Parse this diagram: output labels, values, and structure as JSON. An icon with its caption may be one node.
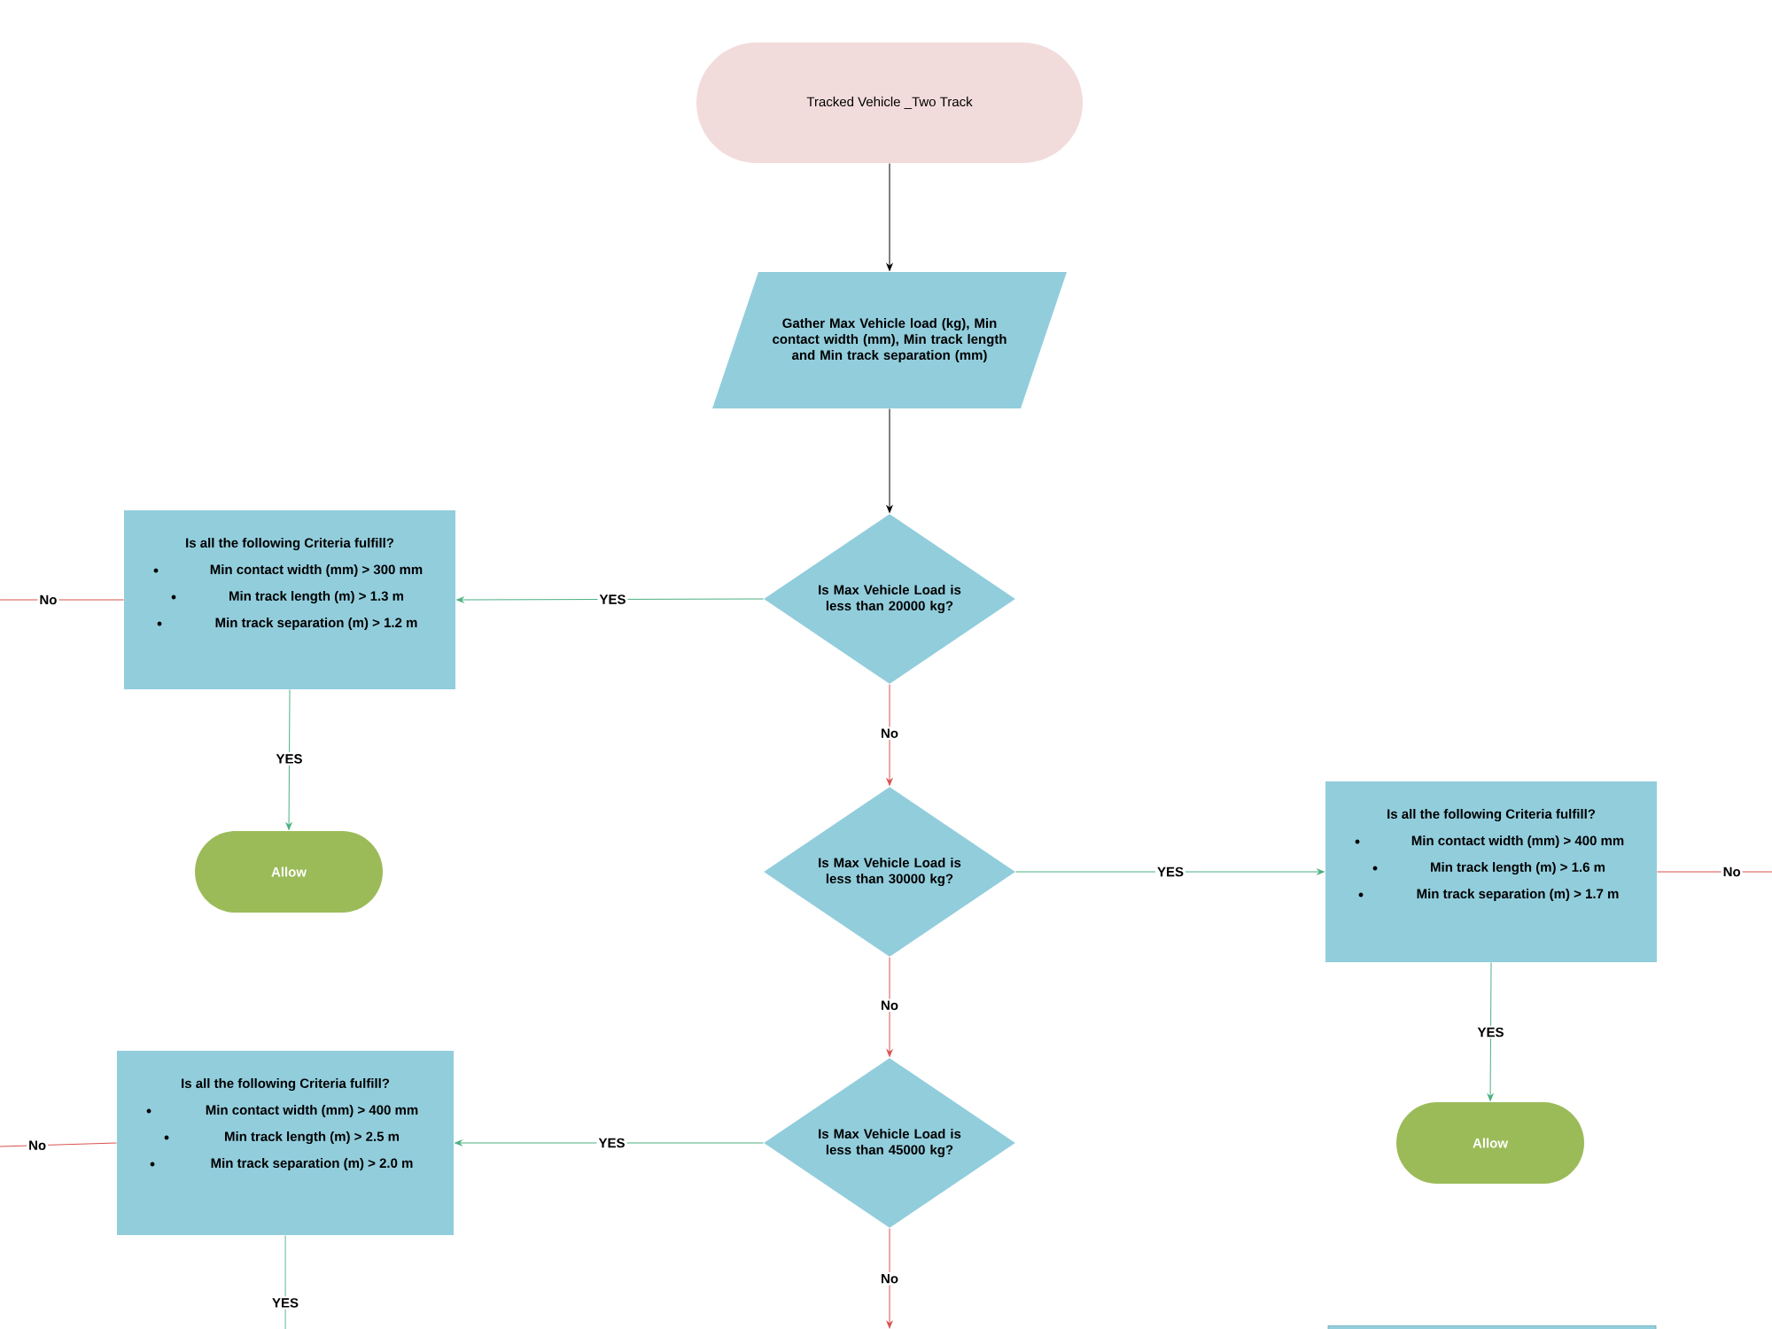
{
  "diagram": {
    "nodes": [
      {
        "text": [
          "Tracked Vehicle _Two Track"
        ]
      },
      {
        "text": [
          "Gather Max Vehicle load (kg), Min contact width (mm), Min track length and Min track separation (mm)"
        ]
      },
      {
        "text": [
          "Is Max Vehicle Load is less than 20000 kg?"
        ]
      },
      {
        "text": [
          "Is all the following Criteria fulfill?",
          "Min contact width (mm) > 300 mm",
          "Min track length (m) > 1.3 m",
          "Min track separation (m) > 1.2 m"
        ]
      },
      {
        "text": [
          "Allow"
        ]
      },
      {
        "text": [
          "Is Max Vehicle Load is less than 30000 kg?"
        ]
      },
      {
        "text": [
          "Is all the following Criteria fulfill?",
          "Min contact width (mm) > 400 mm",
          "Min track length (m) > 1.6 m",
          "Min track separation (m) > 1.7 m"
        ]
      },
      {
        "text": [
          "Allow"
        ]
      },
      {
        "text": [
          "Is Max Vehicle Load is less than 45000 kg?"
        ]
      },
      {
        "text": [
          "Is all the following Criteria fulfill?",
          "Min contact width (mm) > 400 mm",
          "Min track length (m) > 2.5 m",
          "Min track separation (m) > 2.0 m"
        ]
      },
      {
        "text": [],
        "shape": "box"
      }
    ],
    "edges": [
      {
        "from": 0,
        "to": 1,
        "arrow": "to",
        "color": "#000000"
      },
      {
        "from": 1,
        "to": 2,
        "arrow": "to",
        "color": "#000000"
      },
      {
        "from": 2,
        "to": 3,
        "arrow": "to",
        "label": "YES",
        "color": "#4caf82"
      },
      {
        "from": 3,
        "to": null,
        "arrow": "none",
        "label": "No",
        "color": "#d9534f"
      },
      {
        "from": 3,
        "to": 4,
        "arrow": "to",
        "label": "YES",
        "color": "#4caf82"
      },
      {
        "from": 2,
        "to": 5,
        "arrow": "to",
        "label": "No",
        "color": "#d9534f"
      },
      {
        "from": 5,
        "to": 6,
        "arrow": "to",
        "label": "YES",
        "color": "#4caf82"
      },
      {
        "from": 6,
        "to": null,
        "arrow": "none",
        "label": "No",
        "color": "#d9534f"
      },
      {
        "from": 6,
        "to": 7,
        "arrow": "to",
        "label": "YES",
        "color": "#4caf82"
      },
      {
        "from": 5,
        "to": 8,
        "arrow": "to",
        "label": "No",
        "color": "#d9534f"
      },
      {
        "from": 8,
        "to": 9,
        "arrow": "to",
        "label": "YES",
        "color": "#4caf82"
      },
      {
        "from": 9,
        "to": null,
        "arrow": "none",
        "label": "No",
        "color": "#d9534f"
      },
      {
        "from": 9,
        "to": null,
        "arrow": "none",
        "label": "YES",
        "color": "#4caf82"
      },
      {
        "from": 8,
        "to": null,
        "arrow": "to",
        "label": "No",
        "color": "#d9534f"
      }
    ]
  }
}
